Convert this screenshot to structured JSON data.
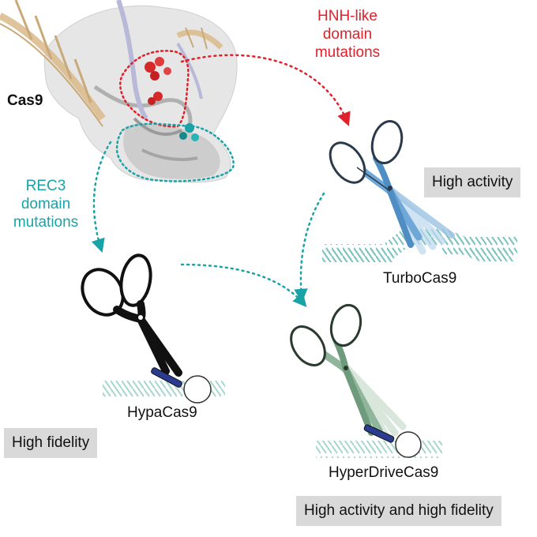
{
  "labels": {
    "cas9": "Cas9",
    "hnh_line1": "HNH-like",
    "hnh_line2": "domain",
    "hnh_line3": "mutations",
    "rec3_line1": "REC3",
    "rec3_line2": "domain",
    "rec3_line3": "mutations",
    "turbo": "TurboCas9",
    "hypa": "HypaCas9",
    "hyperdrive": "HyperDriveCas9"
  },
  "boxes": {
    "high_activity": "High activity",
    "high_fidelity": "High fidelity",
    "both": "High activity and high fidelity"
  },
  "colors": {
    "hnh": "#e0202a",
    "rec3": "#1aa3a6",
    "turbo_scissors": "#6fa8d8",
    "hypa_scissors": "#111111",
    "hyperdrive_scissors": "#8fb59a",
    "label_box": "#d9d9d9"
  },
  "icons": [
    "cas9-protein-structure",
    "scissors-icon",
    "dna-helix-icon",
    "gRNA-probe-icon"
  ]
}
